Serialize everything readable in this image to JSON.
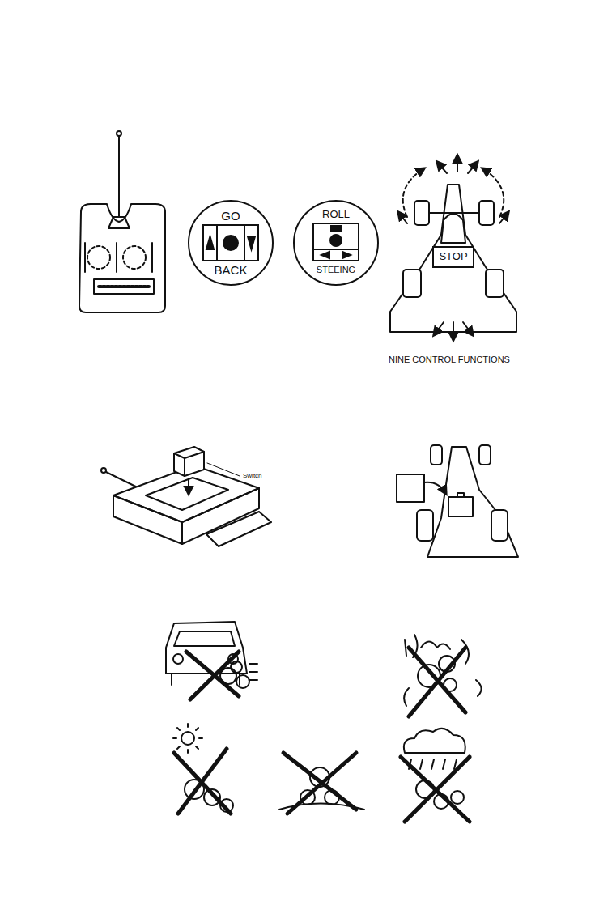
{
  "diagram": {
    "nodes": [
      {
        "text": [
          "GO",
          "BACK"
        ]
      },
      {
        "text": [
          "ROLL",
          "STEEING"
        ]
      },
      {
        "text": [
          "STOP"
        ]
      }
    ],
    "labels": [
      "NINE CONTROL FUNCTIONS",
      "Switch"
    ]
  }
}
